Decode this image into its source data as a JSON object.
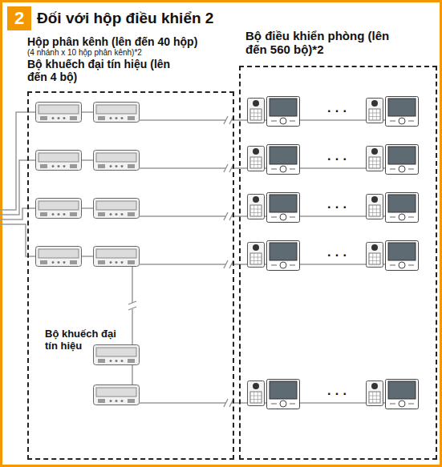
{
  "diagram": {
    "title": "Đối với hộp điều khiển 2",
    "nodes": [
      {
        "text": [
          "2"
        ]
      },
      {
        "text": [
          "Hộp phân kênh (lên đến 40 hộp)",
          "(4 nhánh x 10 hộp phân kênh)*2",
          "Bộ khuếch đại tín hiệu (lên đến 4 bộ)"
        ]
      },
      {
        "text": [
          "Bộ điều khiển phòng (lên đến 560 bộ)*2"
        ]
      }
    ],
    "labels": [
      "Bộ khuếch đại tín hiệu",
      "· · ·",
      "· · ·",
      "· · ·",
      "· · ·",
      "· · ·"
    ]
  }
}
